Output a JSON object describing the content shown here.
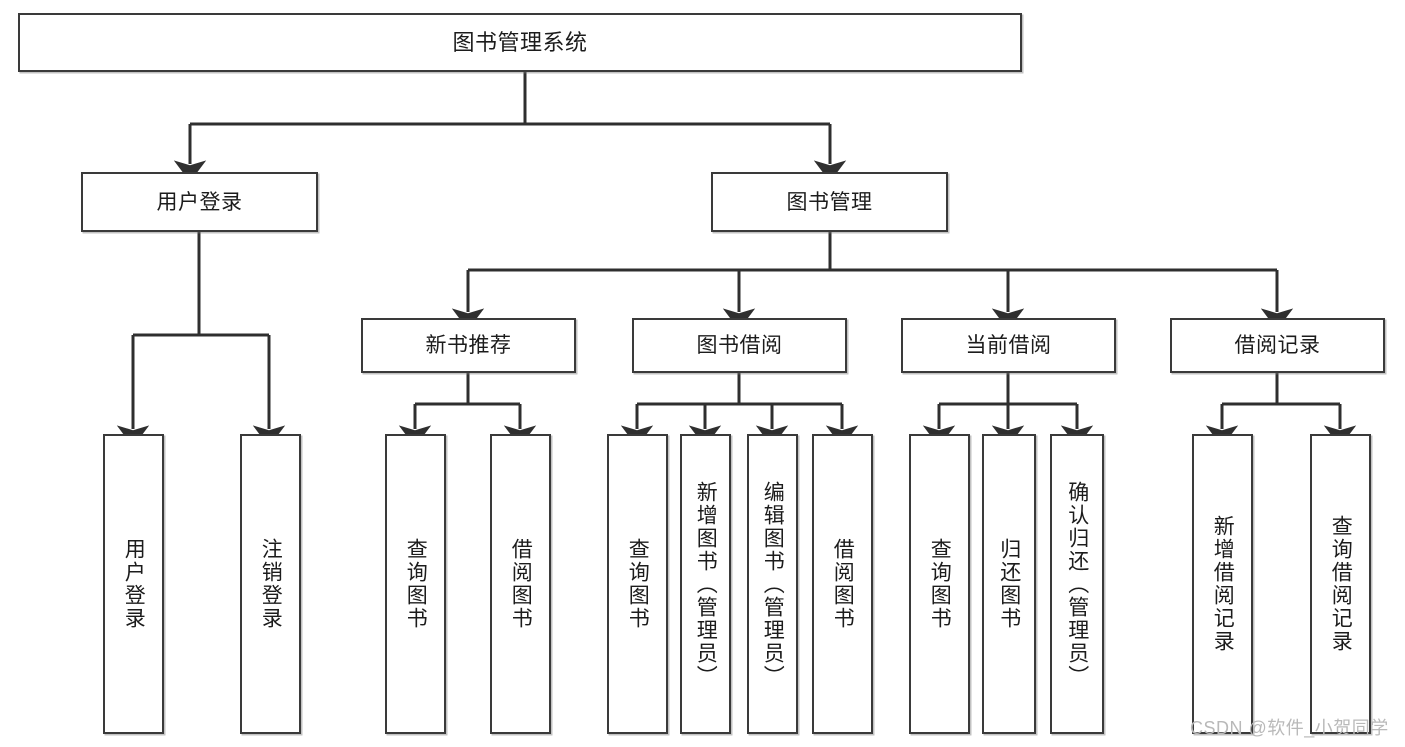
{
  "diagram": {
    "title": "图书管理系统",
    "watermark": "CSDN @软件_小贺同学",
    "colors": {
      "border": "#3a3a3a",
      "fill": "#ffffff",
      "connector": "#2f2f2f",
      "watermark": "#b9b9b9"
    },
    "root": {
      "label": "图书管理系统"
    },
    "level2": [
      {
        "label": "用户登录"
      },
      {
        "label": "图书管理"
      }
    ],
    "level3": [
      {
        "label": "新书推荐"
      },
      {
        "label": "图书借阅"
      },
      {
        "label": "当前借阅"
      },
      {
        "label": "借阅记录"
      }
    ],
    "leaves": {
      "user_login": [
        {
          "label": "用户登录"
        },
        {
          "label": "注销登录"
        }
      ],
      "new_book_recommend": [
        {
          "label": "查询图书"
        },
        {
          "label": "借阅图书"
        }
      ],
      "book_borrow": [
        {
          "label": "查询图书"
        },
        {
          "label": "新增图书（管理员）"
        },
        {
          "label": "编辑图书（管理员）"
        },
        {
          "label": "借阅图书"
        }
      ],
      "current_borrow": [
        {
          "label": "查询图书"
        },
        {
          "label": "归还图书"
        },
        {
          "label": "确认归还（管理员）"
        }
      ],
      "borrow_record": [
        {
          "label": "新增借阅记录"
        },
        {
          "label": "查询借阅记录"
        }
      ]
    }
  }
}
